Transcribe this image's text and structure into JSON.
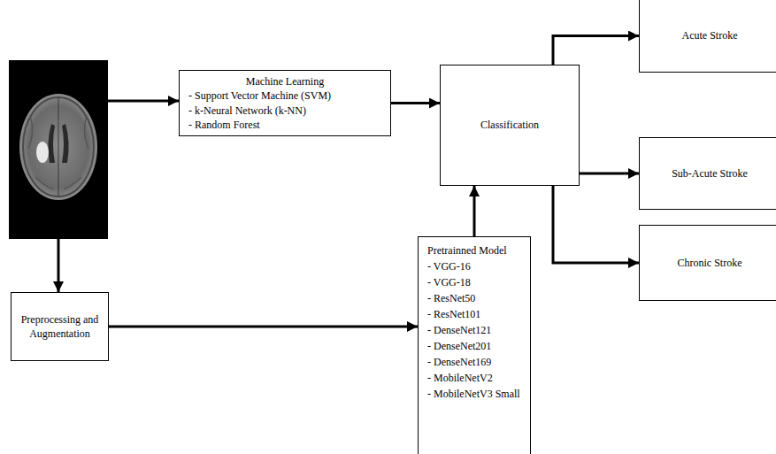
{
  "diagram": {
    "nodes": [
      {
        "text": [
          "Machine Learning",
          "- Support Vector Machine (SVM)",
          "- k-Neural Network (k-NN)",
          "- Random Forest"
        ]
      },
      {
        "text": [
          "Classification"
        ]
      },
      {
        "text": [
          "Acute Stroke"
        ]
      },
      {
        "text": [
          "Sub-Acute Stroke"
        ]
      },
      {
        "text": [
          "Chronic Stroke"
        ]
      },
      {
        "text": [
          "Preprocessing and Augmentation"
        ]
      },
      {
        "text": [
          "Pretrainned Model",
          "- VGG-16",
          "- VGG-18",
          "- ResNet50",
          "- ResNet101",
          "- DenseNet121",
          "- DenseNet201",
          "- DenseNet169",
          "- MobileNetV2",
          "- MobileNetV3 Small"
        ]
      }
    ],
    "edges": [
      {
        "from": 0,
        "to": 1,
        "arrow": "to"
      },
      {
        "from": 6,
        "to": 1,
        "arrow": "to"
      },
      {
        "from": 1,
        "to": 2,
        "arrow": "to"
      },
      {
        "from": 1,
        "to": 3,
        "arrow": "to"
      },
      {
        "from": 1,
        "to": 4,
        "arrow": "to"
      },
      {
        "from": 5,
        "to": 6,
        "arrow": "to"
      }
    ]
  }
}
